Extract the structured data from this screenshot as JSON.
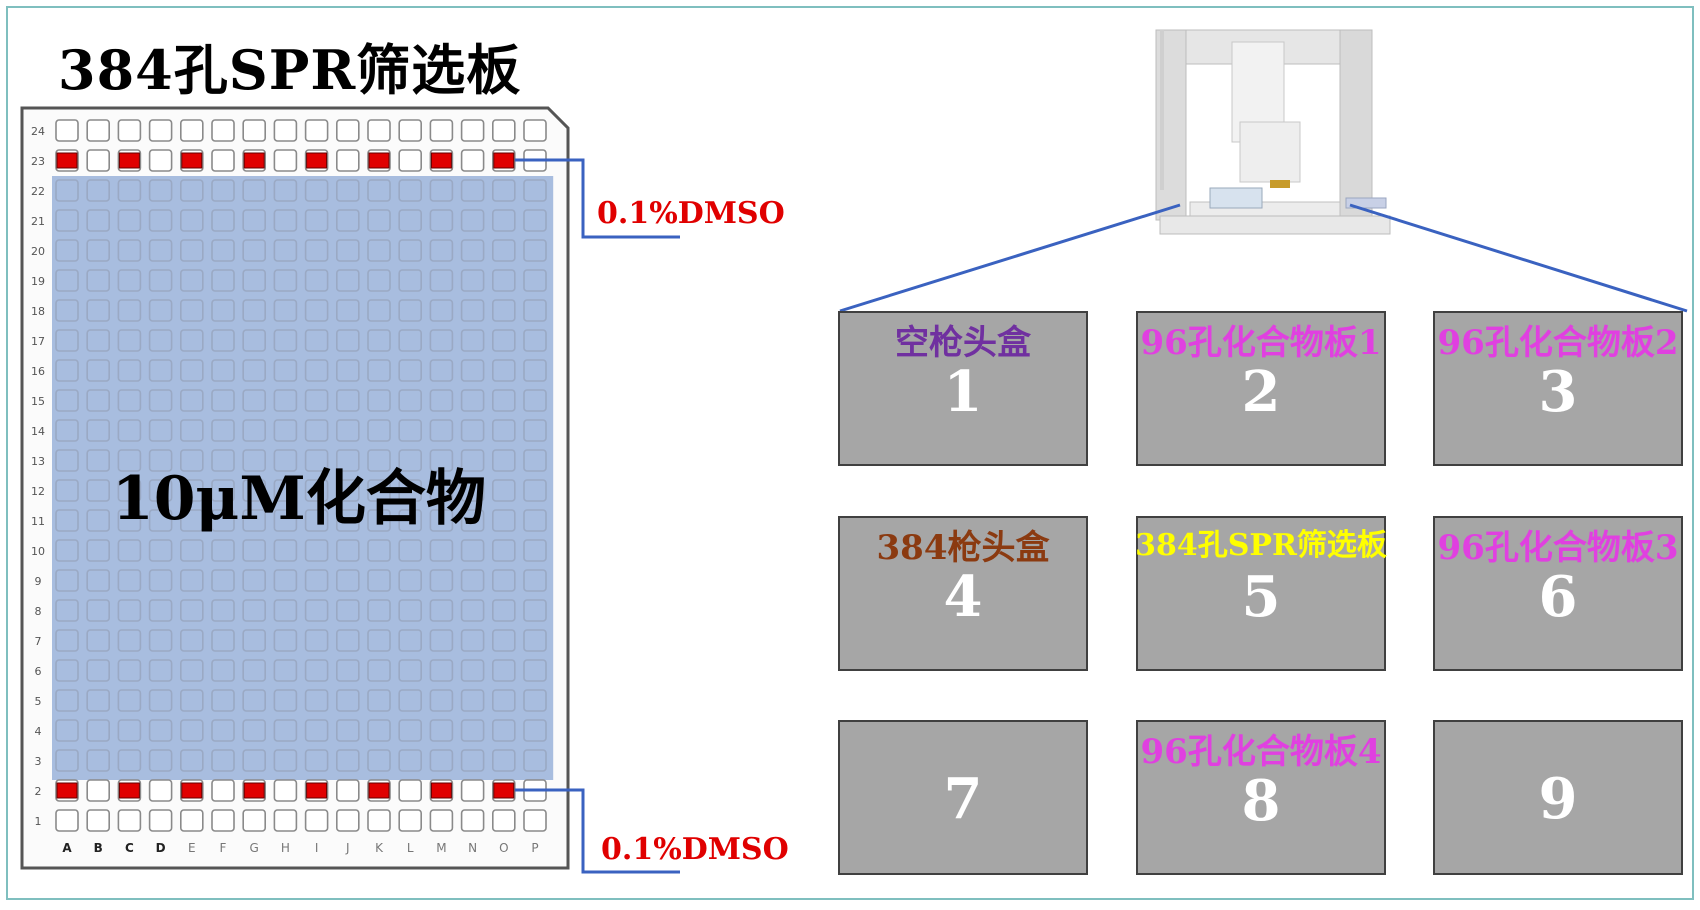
{
  "plate": {
    "title": "384孔SPR筛选板",
    "compound_label": "10μM化合物",
    "dmso_top": "0.1%DMSO",
    "dmso_bottom": "0.1%DMSO",
    "row_labels": [
      "24",
      "23",
      "22",
      "21",
      "20",
      "19",
      "18",
      "17",
      "16",
      "15",
      "14",
      "13",
      "12",
      "11",
      "10",
      "9",
      "8",
      "7",
      "6",
      "5",
      "4",
      "3",
      "2",
      "1"
    ],
    "col_labels": [
      "A",
      "B",
      "C",
      "D",
      "E",
      "F",
      "G",
      "H",
      "I",
      "J",
      "K",
      "L",
      "M",
      "N",
      "O",
      "P"
    ],
    "colors": {
      "compound_fill": "#9fb6dc",
      "dmso_well": "#e00000",
      "connector_line": "#3a62c0"
    }
  },
  "deck": {
    "slots": [
      {
        "num": "1",
        "label": "空枪头盒",
        "label_color": "#7030a0"
      },
      {
        "num": "2",
        "label": "96孔化合物板1",
        "label_color": "#e040e0"
      },
      {
        "num": "3",
        "label": "96孔化合物板2",
        "label_color": "#e040e0"
      },
      {
        "num": "4",
        "label": "384枪头盒",
        "label_color": "#8b3a10"
      },
      {
        "num": "5",
        "label": "384孔SPR筛选板",
        "label_color": "#ffff00"
      },
      {
        "num": "6",
        "label": "96孔化合物板3",
        "label_color": "#e040e0"
      },
      {
        "num": "7",
        "label": "",
        "label_color": ""
      },
      {
        "num": "8",
        "label": "96孔化合物板4",
        "label_color": "#e040e0"
      },
      {
        "num": "9",
        "label": "",
        "label_color": ""
      }
    ]
  }
}
